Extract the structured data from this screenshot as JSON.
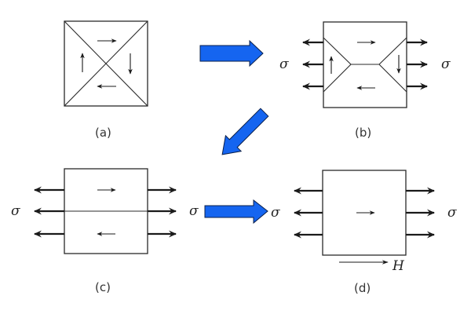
{
  "diagram": {
    "title": "Magnetic domain evolution under tensile stress",
    "colors": {
      "process_arrow": "#1565f0",
      "line": "#1a1a1a"
    },
    "symbols": {
      "stress": "σ",
      "field": "H"
    },
    "panels": [
      {
        "id": "a",
        "label": "(a)",
        "description": "Closure-domain square: four triangular domains with circulating magnetization (right, down, left, up); no applied stress",
        "stress_applied": false
      },
      {
        "id": "b",
        "label": "(b)",
        "description": "Under tensile stress σ: horizontal domains grow, vertical closure domains shrink into side triangles",
        "stress_applied": true
      },
      {
        "id": "c",
        "label": "(c)",
        "description": "Two antiparallel horizontal domains (right on top, left on bottom) separated by a 180° wall",
        "stress_applied": true
      },
      {
        "id": "d",
        "label": "(d)",
        "description": "Single domain magnetized along applied field H",
        "stress_applied": true,
        "field_applied": true
      }
    ],
    "process_arrows": [
      {
        "from": "a",
        "to": "b",
        "direction": "right"
      },
      {
        "from": "b",
        "to": "c",
        "direction": "down-left"
      },
      {
        "from": "c",
        "to": "d",
        "direction": "right"
      }
    ]
  }
}
